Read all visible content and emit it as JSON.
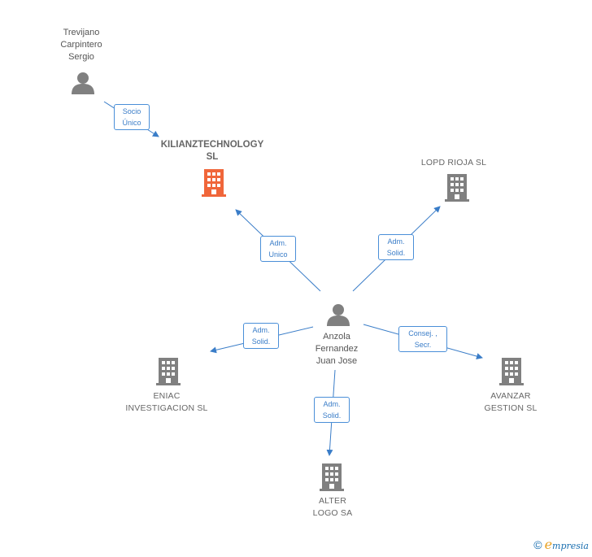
{
  "nodes": {
    "trevijano": {
      "label": "Trevijano\nCarpintero\nSergio",
      "type": "person"
    },
    "kilian": {
      "label": "KILIANZTECHNOLOGY\nSL",
      "type": "company-focus"
    },
    "lopd": {
      "label": "LOPD RIOJA SL",
      "type": "company"
    },
    "anzola": {
      "label": "Anzola\nFernandez\nJuan Jose",
      "type": "person"
    },
    "eniac": {
      "label": "ENIAC\nINVESTIGACION SL",
      "type": "company"
    },
    "avanzar": {
      "label": "AVANZAR\nGESTION SL",
      "type": "company"
    },
    "alter": {
      "label": "ALTER\nLOGO SA",
      "type": "company"
    }
  },
  "edges": {
    "socio": "Socio\nÚnico",
    "adm_unico": "Adm.\nUnico",
    "adm_solid_lopd": "Adm.\nSolid.",
    "adm_solid_eniac": "Adm.\nSolid.",
    "consej": "Consej. ,\nSecr.",
    "adm_solid_alter": "Adm.\nSolid."
  },
  "colors": {
    "edge": "#3a7dc8",
    "person_icon": "#808080",
    "company_icon": "#808080",
    "focus_icon": "#f0663a"
  },
  "footer": {
    "copyright": "©",
    "brand_initial": "e",
    "brand_rest": "mpresia"
  }
}
